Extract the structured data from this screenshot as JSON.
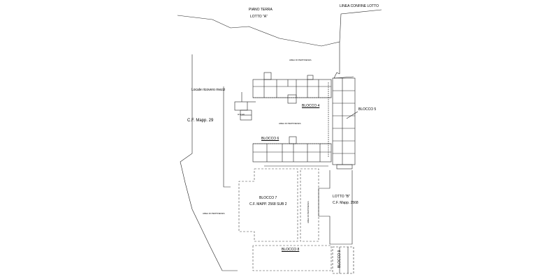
{
  "plan": {
    "title": "PIANO TERRA",
    "lot_a": "LOTTO \"A\"",
    "boundary_line": "LINEA CONFINE LOTTO",
    "area_top": "AREA DI PERTINENZA",
    "area_center": "AREA DI PERTINENZA",
    "area_left": "AREA DI PERTINENZA",
    "area_vertical": "AREA DI PERTINENZA",
    "local_label": "Locale ricovero mezzi",
    "local_small": "H=2.40",
    "parcel_29": "C.F. Mapp. 29",
    "block_4": "BLOCCO 4",
    "block_5": "BLOCCO 5",
    "block_6": "BLOCCO 6",
    "block_7_name": "BLOCCO 7",
    "block_7_ref": "C.F. MAPP. 2568 SUB 2",
    "block_8": "BLOCCO 8",
    "block_9": "BLOCCO 9",
    "lot_b": "LOTTO \"B\"",
    "lot_b_ref": "C.F. Mapp. 2568"
  }
}
